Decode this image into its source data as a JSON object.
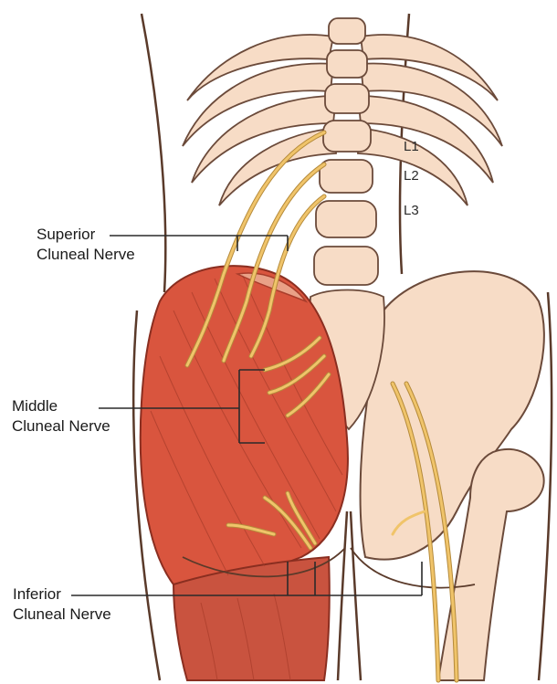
{
  "labels": {
    "superior": {
      "line1": "Superior",
      "line2": "Cluneal Nerve"
    },
    "middle": {
      "line1": "Middle",
      "line2": "Cluneal Nerve"
    },
    "inferior": {
      "line1": "Inferior",
      "line2": "Cluneal Nerve"
    }
  },
  "vertebrae": {
    "l1": "L1",
    "l2": "L2",
    "l3": "L3"
  },
  "colors": {
    "bone": "#f7dcc6",
    "bone_outline": "#6b4a3a",
    "skin_outline": "#5a3a2a",
    "muscle": "#d9553e",
    "muscle_dark": "#b8432f",
    "nerve": "#f0c46a",
    "nerve_outline": "#b58a3a",
    "leader_line": "#2a2a2a"
  }
}
